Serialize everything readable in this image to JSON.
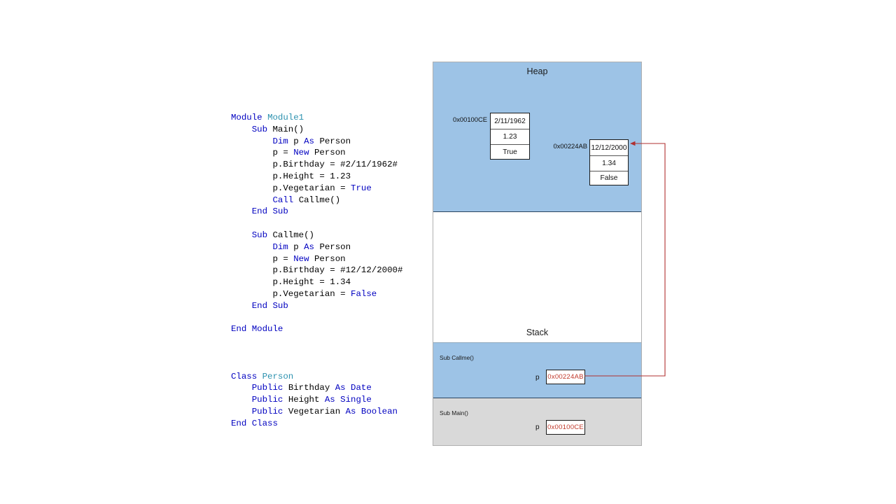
{
  "code": {
    "language": "VB.NET",
    "lines": [
      [
        {
          "t": "Module ",
          "c": "kw"
        },
        {
          "t": "Module1",
          "c": "typ"
        }
      ],
      [
        {
          "t": "    ",
          "c": "id"
        },
        {
          "t": "Sub ",
          "c": "kw"
        },
        {
          "t": "Main()",
          "c": "id"
        }
      ],
      [
        {
          "t": "        ",
          "c": "id"
        },
        {
          "t": "Dim ",
          "c": "kw"
        },
        {
          "t": "p ",
          "c": "id"
        },
        {
          "t": "As ",
          "c": "kw"
        },
        {
          "t": "Person",
          "c": "id"
        }
      ],
      [
        {
          "t": "        p = ",
          "c": "id"
        },
        {
          "t": "New ",
          "c": "kw"
        },
        {
          "t": "Person",
          "c": "id"
        }
      ],
      [
        {
          "t": "        p.Birthday = #2/11/1962#",
          "c": "id"
        }
      ],
      [
        {
          "t": "        p.Height = 1.23",
          "c": "id"
        }
      ],
      [
        {
          "t": "        p.Vegetarian = ",
          "c": "id"
        },
        {
          "t": "True",
          "c": "kw"
        }
      ],
      [
        {
          "t": "        ",
          "c": "id"
        },
        {
          "t": "Call ",
          "c": "kw"
        },
        {
          "t": "Callme()",
          "c": "id"
        }
      ],
      [
        {
          "t": "    ",
          "c": "id"
        },
        {
          "t": "End Sub",
          "c": "kw"
        }
      ],
      [
        {
          "t": "",
          "c": "id"
        }
      ],
      [
        {
          "t": "    ",
          "c": "id"
        },
        {
          "t": "Sub ",
          "c": "kw"
        },
        {
          "t": "Callme()",
          "c": "id"
        }
      ],
      [
        {
          "t": "        ",
          "c": "id"
        },
        {
          "t": "Dim ",
          "c": "kw"
        },
        {
          "t": "p ",
          "c": "id"
        },
        {
          "t": "As ",
          "c": "kw"
        },
        {
          "t": "Person",
          "c": "id"
        }
      ],
      [
        {
          "t": "        p = ",
          "c": "id"
        },
        {
          "t": "New ",
          "c": "kw"
        },
        {
          "t": "Person",
          "c": "id"
        }
      ],
      [
        {
          "t": "        p.Birthday = #12/12/2000#",
          "c": "id"
        }
      ],
      [
        {
          "t": "        p.Height = 1.34",
          "c": "id"
        }
      ],
      [
        {
          "t": "        p.Vegetarian = ",
          "c": "id"
        },
        {
          "t": "False",
          "c": "kw"
        }
      ],
      [
        {
          "t": "    ",
          "c": "id"
        },
        {
          "t": "End Sub",
          "c": "kw"
        }
      ],
      [
        {
          "t": "",
          "c": "id"
        }
      ],
      [
        {
          "t": "End Module",
          "c": "kw"
        }
      ],
      [
        {
          "t": "",
          "c": "id"
        }
      ],
      [
        {
          "t": "",
          "c": "id"
        }
      ],
      [
        {
          "t": "",
          "c": "id"
        }
      ],
      [
        {
          "t": "Class ",
          "c": "kw"
        },
        {
          "t": "Person",
          "c": "typ"
        }
      ],
      [
        {
          "t": "    ",
          "c": "id"
        },
        {
          "t": "Public ",
          "c": "kw"
        },
        {
          "t": "Birthday ",
          "c": "id"
        },
        {
          "t": "As Date",
          "c": "kw"
        }
      ],
      [
        {
          "t": "    ",
          "c": "id"
        },
        {
          "t": "Public ",
          "c": "kw"
        },
        {
          "t": "Height ",
          "c": "id"
        },
        {
          "t": "As Single",
          "c": "kw"
        }
      ],
      [
        {
          "t": "    ",
          "c": "id"
        },
        {
          "t": "Public ",
          "c": "kw"
        },
        {
          "t": "Vegetarian ",
          "c": "id"
        },
        {
          "t": "As Boolean",
          "c": "kw"
        }
      ],
      [
        {
          "t": "End Class",
          "c": "kw"
        }
      ]
    ]
  },
  "diagram": {
    "heap": {
      "title": "Heap",
      "objects": [
        {
          "address": "0x00100CE",
          "fields": [
            "2/11/1962",
            "1.23",
            "True"
          ]
        },
        {
          "address": "0x00224AB",
          "fields": [
            "12/12/2000",
            "1.34",
            "False"
          ]
        }
      ]
    },
    "stack": {
      "title": "Stack",
      "frames": [
        {
          "label": "Sub Callme()",
          "variable_name": "p",
          "variable_value": "0x00224AB",
          "color": "#9dc3e6"
        },
        {
          "label": "Sub Main()",
          "variable_name": "p",
          "variable_value": "0x00100CE",
          "color": "#d9d9d9"
        }
      ]
    },
    "colors": {
      "heap_fill": "#9dc3e6",
      "stack_active_fill": "#9dc3e6",
      "stack_inactive_fill": "#d9d9d9",
      "pointer_text": "#c0392b",
      "arrow": "#b03030",
      "code_keyword": "#0000c0",
      "code_type": "#2b91af"
    }
  }
}
